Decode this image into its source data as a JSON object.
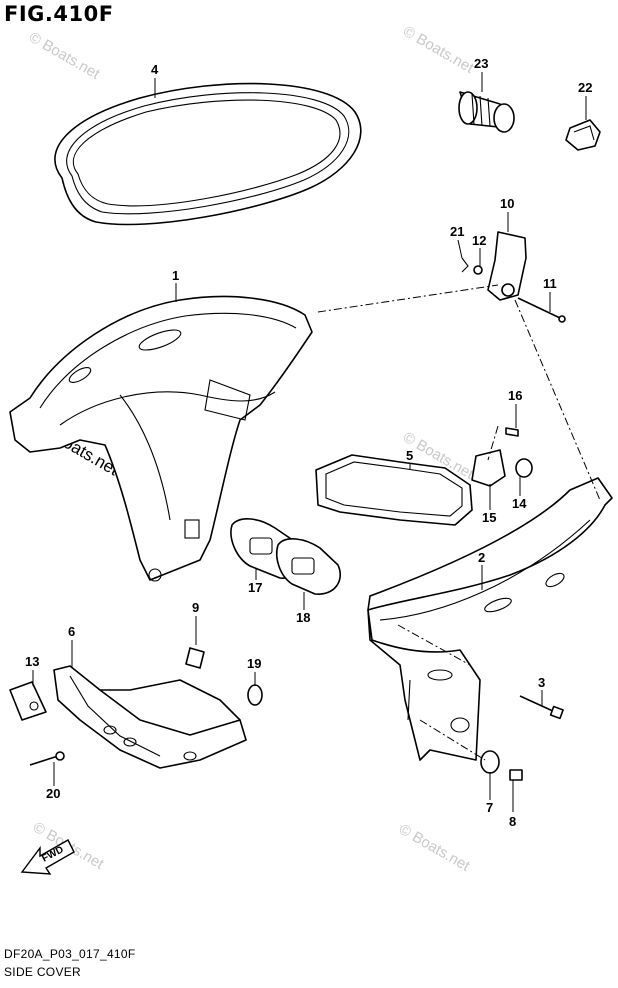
{
  "figure": {
    "title": "FIG.410F"
  },
  "footer": {
    "code": "DF20A_P03_017_410F",
    "name": "SIDE COVER"
  },
  "watermark": {
    "text": "Boats.net",
    "symbol": "©"
  },
  "direction_arrow": {
    "label": "FWD"
  },
  "callouts": {
    "c1": "1",
    "c2": "2",
    "c3": "3",
    "c4": "4",
    "c5": "5",
    "c6": "6",
    "c7": "7",
    "c8": "8",
    "c9": "9",
    "c10": "10",
    "c11": "11",
    "c12": "12",
    "c13": "13",
    "c14": "14",
    "c15": "15",
    "c16": "16",
    "c17": "17",
    "c18": "18",
    "c19": "19",
    "c20": "20",
    "c21": "21",
    "c22": "22",
    "c23": "23"
  }
}
